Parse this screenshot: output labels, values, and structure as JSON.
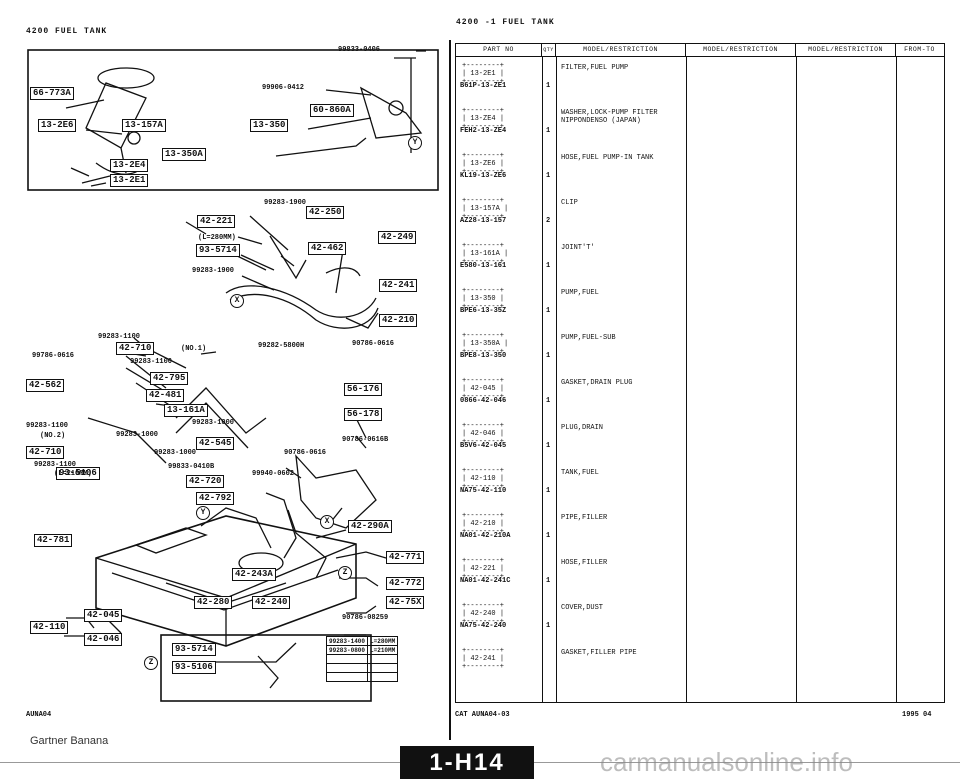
{
  "page": {
    "left_header": "4200    FUEL TANK",
    "right_header": "4200  -1    FUEL TANK",
    "bottom_left_code": "AUNA04",
    "catalog_code": "CAT  AUNA04-03",
    "date_code": "1995 04",
    "page_tab": "1-H14",
    "watermark_left": "Gartner Banana",
    "watermark_right": "carmanualsonline.info"
  },
  "diagram": {
    "callouts": [
      {
        "id": "c1",
        "text": "66-773A"
      },
      {
        "id": "c2",
        "text": "13-2E6"
      },
      {
        "id": "c3",
        "text": "13-157A"
      },
      {
        "id": "c4",
        "text": "13-350"
      },
      {
        "id": "c5",
        "text": "60-860A"
      },
      {
        "id": "c6",
        "text": "13-2E4"
      },
      {
        "id": "c7",
        "text": "13-350A"
      },
      {
        "id": "c8",
        "text": "13-2E1"
      },
      {
        "id": "c9",
        "text": "42-221"
      },
      {
        "id": "c10",
        "text": "42-250"
      },
      {
        "id": "c11",
        "text": "42-249"
      },
      {
        "id": "c12",
        "text": "93-5714"
      },
      {
        "id": "c13",
        "text": "42-462"
      },
      {
        "id": "c14",
        "text": "42-241"
      },
      {
        "id": "c15",
        "text": "42-210"
      },
      {
        "id": "c16",
        "text": "42-710"
      },
      {
        "id": "c17",
        "text": "42-562"
      },
      {
        "id": "c18",
        "text": "42-795"
      },
      {
        "id": "c19",
        "text": "42-481"
      },
      {
        "id": "c20",
        "text": "13-161A"
      },
      {
        "id": "c21",
        "text": "56-176"
      },
      {
        "id": "c22",
        "text": "56-178"
      },
      {
        "id": "c23",
        "text": "42-545"
      },
      {
        "id": "c24",
        "text": "42-710"
      },
      {
        "id": "c25",
        "text": "93-5106"
      },
      {
        "id": "c26",
        "text": "42-720"
      },
      {
        "id": "c27",
        "text": "42-792"
      },
      {
        "id": "c28",
        "text": "42-290A"
      },
      {
        "id": "c29",
        "text": "42-781"
      },
      {
        "id": "c30",
        "text": "42-771"
      },
      {
        "id": "c31",
        "text": "42-243A"
      },
      {
        "id": "c32",
        "text": "42-772"
      },
      {
        "id": "c33",
        "text": "42-280"
      },
      {
        "id": "c34",
        "text": "42-240"
      },
      {
        "id": "c35",
        "text": "42-75X"
      },
      {
        "id": "c36",
        "text": "42-045"
      },
      {
        "id": "c37",
        "text": "42-110"
      },
      {
        "id": "c38",
        "text": "42-046"
      },
      {
        "id": "c39",
        "text": "93-5714"
      },
      {
        "id": "c40",
        "text": "93-5106"
      }
    ],
    "numbers": [
      {
        "id": "n1",
        "text": "99833-0406"
      },
      {
        "id": "n2",
        "text": "99906-0412"
      },
      {
        "id": "n3",
        "text": "99283-1900"
      },
      {
        "id": "n4",
        "text": "(L=280MM)"
      },
      {
        "id": "n5",
        "text": "99283-1900"
      },
      {
        "id": "n6",
        "text": "99282-5800H"
      },
      {
        "id": "n7",
        "text": "90786-0616"
      },
      {
        "id": "n8",
        "text": "99283-1100"
      },
      {
        "id": "n9",
        "text": "99786-0616"
      },
      {
        "id": "n10",
        "text": "(NO.1)"
      },
      {
        "id": "n11",
        "text": "99283-1100"
      },
      {
        "id": "n12",
        "text": "99283-1000"
      },
      {
        "id": "n13",
        "text": "99283-1000"
      },
      {
        "id": "n14",
        "text": "99283-1100"
      },
      {
        "id": "n15",
        "text": "(NO.2)"
      },
      {
        "id": "n16",
        "text": "99283-1000"
      },
      {
        "id": "n17",
        "text": "99283-1100"
      },
      {
        "id": "n18",
        "text": "(L=210MM)"
      },
      {
        "id": "n19",
        "text": "99833-0410B"
      },
      {
        "id": "n20",
        "text": "90786-0616"
      },
      {
        "id": "n21",
        "text": "90786-0616B"
      },
      {
        "id": "n22",
        "text": "99940-0602"
      },
      {
        "id": "n23",
        "text": "90786-08259"
      }
    ],
    "markers": [
      "Y",
      "X",
      "Y",
      "X",
      "Z",
      "Z"
    ],
    "legend": [
      [
        "99283-1400",
        "L=280MM"
      ],
      [
        "99283-0800",
        "L=210MM"
      ]
    ]
  },
  "table": {
    "headers": [
      "PART NO",
      "QTY",
      "MODEL/RESTRICTION",
      "MODEL/RESTRICTION",
      "MODEL/RESTRICTION",
      "FROM-TO"
    ],
    "rows": [
      {
        "ref": "13-2E1",
        "part": "B61P-13-ZE1",
        "qty": "1",
        "desc": "FILTER,FUEL PUMP"
      },
      {
        "ref": "13-ZE4",
        "part": "FEH2-13-ZE4",
        "qty": "1",
        "desc": "WASHER,LOCK-PUMP FILTER NIPPONDENSO (JAPAN)"
      },
      {
        "ref": "13-ZE6",
        "part": "KL19-13-ZE6",
        "qty": "1",
        "desc": "HOSE,FUEL PUMP-IN TANK"
      },
      {
        "ref": "13-157A",
        "part": "AZ28-13-157",
        "qty": "2",
        "desc": "CLIP"
      },
      {
        "ref": "13-161A",
        "part": "E580-13-161",
        "qty": "1",
        "desc": "JOINT'T'"
      },
      {
        "ref": "13-350",
        "part": "BPE6-13-35Z",
        "qty": "1",
        "desc": "PUMP,FUEL"
      },
      {
        "ref": "13-350A",
        "part": "BPE8-13-350",
        "qty": "1",
        "desc": "PUMP,FUEL-SUB"
      },
      {
        "ref": "42-045",
        "part": "0866-42-046",
        "qty": "1",
        "desc": "GASKET,DRAIN PLUG"
      },
      {
        "ref": "42-046",
        "part": "B5V6-42-045",
        "qty": "1",
        "desc": "PLUG,DRAIN"
      },
      {
        "ref": "42-110",
        "part": "NA75-42-110",
        "qty": "1",
        "desc": "TANK,FUEL"
      },
      {
        "ref": "42-210",
        "part": "NA01-42-210A",
        "qty": "1",
        "desc": "PIPE,FILLER"
      },
      {
        "ref": "42-221",
        "part": "NA01-42-241C",
        "qty": "1",
        "desc": "HOSE,FILLER"
      },
      {
        "ref": "42-240",
        "part": "NA75-42-240",
        "qty": "1",
        "desc": "COVER,DUST"
      },
      {
        "ref": "42-241",
        "part": "",
        "qty": "",
        "desc": "GASKET,FILLER PIPE"
      }
    ]
  }
}
